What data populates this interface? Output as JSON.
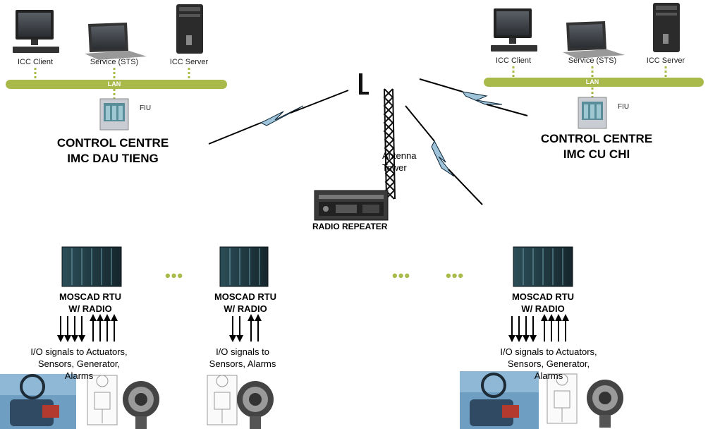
{
  "left_centre": {
    "client_label": "ICC Client",
    "service_label": "Service (STS)",
    "server_label": "ICC Server",
    "lan_label": "LAN",
    "fiu_label": "FIU",
    "title_line1": "CONTROL CENTRE",
    "title_line2": "IMC DAU TIENG"
  },
  "right_centre": {
    "client_label": "ICC Client",
    "service_label": "Service (STS)",
    "server_label": "ICC Server",
    "lan_label": "LAN",
    "fiu_label": "FIU",
    "title_line1": "CONTROL CENTRE",
    "title_line2": "IMC CU CHI"
  },
  "tower": {
    "line1": "Antenna",
    "line2": "Tower"
  },
  "repeater_label": "RADIO REPEATER",
  "rtus": [
    {
      "line1": "MOSCAD RTU",
      "line2": "W/ RADIO",
      "io_line1": "I/O signals to Actuators,",
      "io_line2": "Sensors, Generator,",
      "io_line3": "Alarms"
    },
    {
      "line1": "MOSCAD RTU",
      "line2": "W/ RADIO",
      "io_line1": "I/O signals to",
      "io_line2": "Sensors,  Alarms"
    },
    {
      "line1": "MOSCAD RTU",
      "line2": "W/ RADIO",
      "io_line1": "I/O signals to Actuators,",
      "io_line2": "Sensors, Generator,",
      "io_line3": "Alarms"
    }
  ],
  "ellipsis": "•••",
  "colors": {
    "lan": "#a9b94a",
    "lightning": "#9fc3d8",
    "rtu_body": "#1f3b45"
  }
}
